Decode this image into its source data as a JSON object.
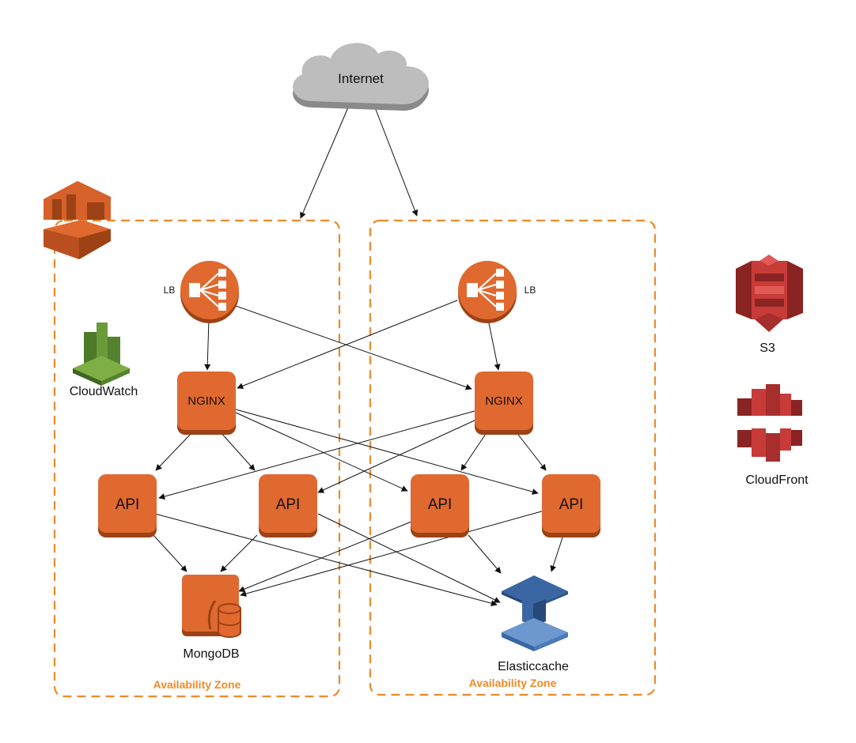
{
  "colors": {
    "aws_orange": "#e0692f",
    "aws_orange_dark": "#9c4215",
    "zone_dash": "#ec8a2b",
    "zone_label": "#f08a24",
    "cloud_gray": "#bdbdbd",
    "s3_red": "#c73b39",
    "cloudwatch_green": "#6a9a3a",
    "elasticache_blue": "#4a7ab8"
  },
  "internet": {
    "label": "Internet",
    "icon": "cloud-icon"
  },
  "ec2": {
    "icon": "ec2-icon"
  },
  "zones": [
    {
      "label": "Availability Zone"
    },
    {
      "label": "Availability Zone"
    }
  ],
  "nodes": {
    "lb_left": {
      "label": "LB",
      "icon": "load-balancer-icon"
    },
    "lb_right": {
      "label": "LB",
      "icon": "load-balancer-icon"
    },
    "nginx_left": {
      "label": "NGINX"
    },
    "nginx_right": {
      "label": "NGINX"
    },
    "api_1": {
      "label": "API"
    },
    "api_2": {
      "label": "API"
    },
    "api_3": {
      "label": "API"
    },
    "api_4": {
      "label": "API"
    },
    "mongodb": {
      "label": "MongoDB",
      "icon": "database-icon"
    },
    "elasticache": {
      "label": "Elasticcache",
      "icon": "elasticache-icon"
    }
  },
  "side_services": {
    "cloudwatch": {
      "label": "CloudWatch",
      "icon": "cloudwatch-icon"
    },
    "s3": {
      "label": "S3",
      "icon": "s3-icon"
    },
    "cloudfront": {
      "label": "CloudFront",
      "icon": "cloudfront-icon"
    }
  }
}
